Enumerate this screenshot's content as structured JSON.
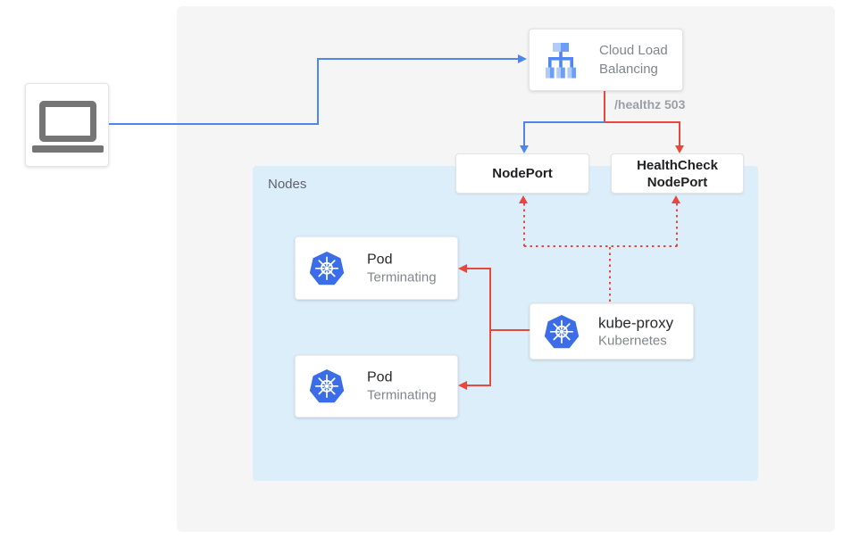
{
  "cloud_load_balancing": {
    "line1": "Cloud Load",
    "line2": "Balancing"
  },
  "labels": {
    "healthz": "/healthz 503"
  },
  "nodeport": {
    "label": "NodePort"
  },
  "healthcheck_nodeport": {
    "line1": "HealthCheck",
    "line2": "NodePort"
  },
  "nodes_group": {
    "label": "Nodes"
  },
  "pods": [
    {
      "title": "Pod",
      "status": "Terminating"
    },
    {
      "title": "Pod",
      "status": "Terminating"
    }
  ],
  "kube_proxy": {
    "title": "kube-proxy",
    "subtitle": "Kubernetes"
  },
  "colors": {
    "flow_blue": "#4e86ec",
    "flow_red": "#e8473c",
    "nodes_background": "#ddeefb",
    "panel_background": "#f5f5f6",
    "kubernetes_blue": "#326ce5",
    "muted_text": "#80868b",
    "dark_text": "#202124",
    "healthz_label_text": "#9aa0a6",
    "laptop_gray": "#757575"
  }
}
